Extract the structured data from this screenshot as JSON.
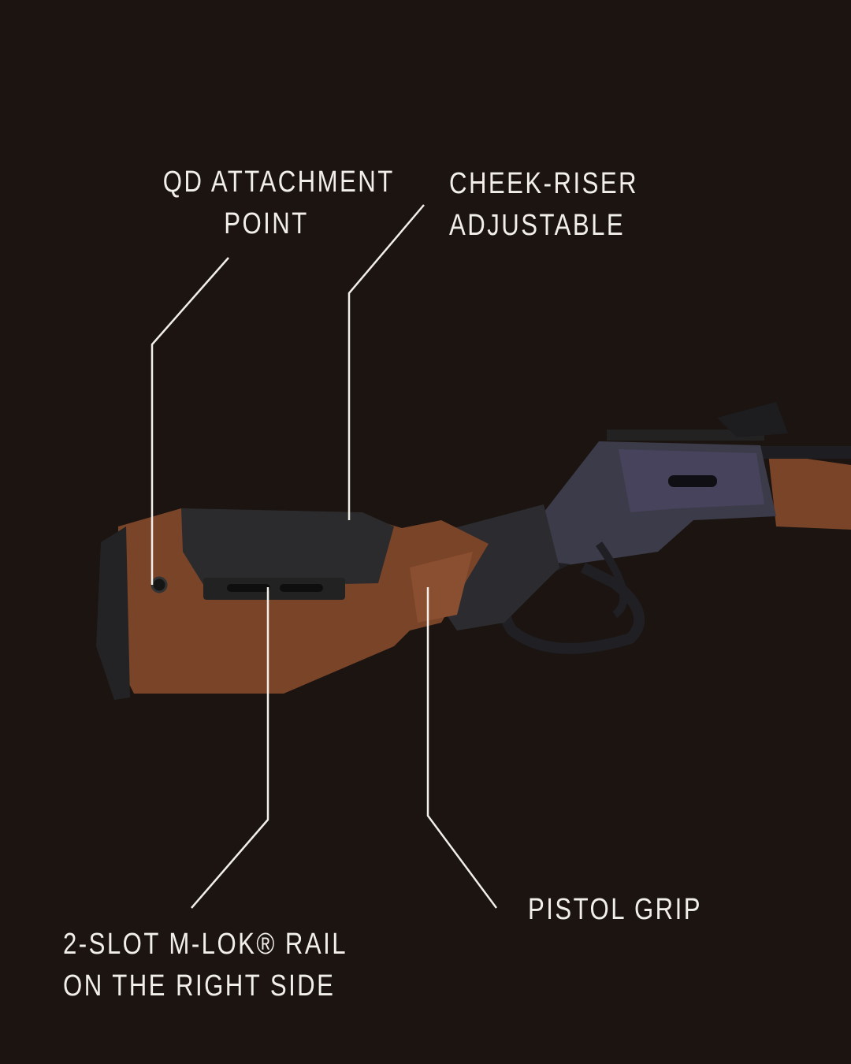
{
  "callouts": {
    "qd": {
      "line1": "QD ATTACHMENT",
      "line2": "POINT"
    },
    "cheek": {
      "line1": "CHEEK-RISER",
      "line2": "ADJUSTABLE"
    },
    "mlok": {
      "line1": "2-SLOT M-LOK® RAIL",
      "line2": "ON THE RIGHT SIDE"
    },
    "grip": {
      "line1": "PISTOL GRIP"
    }
  },
  "colors": {
    "background": "#1b1411",
    "text": "#f2efea",
    "wood": "#7a4429",
    "polymer": "#2a2a2c"
  }
}
